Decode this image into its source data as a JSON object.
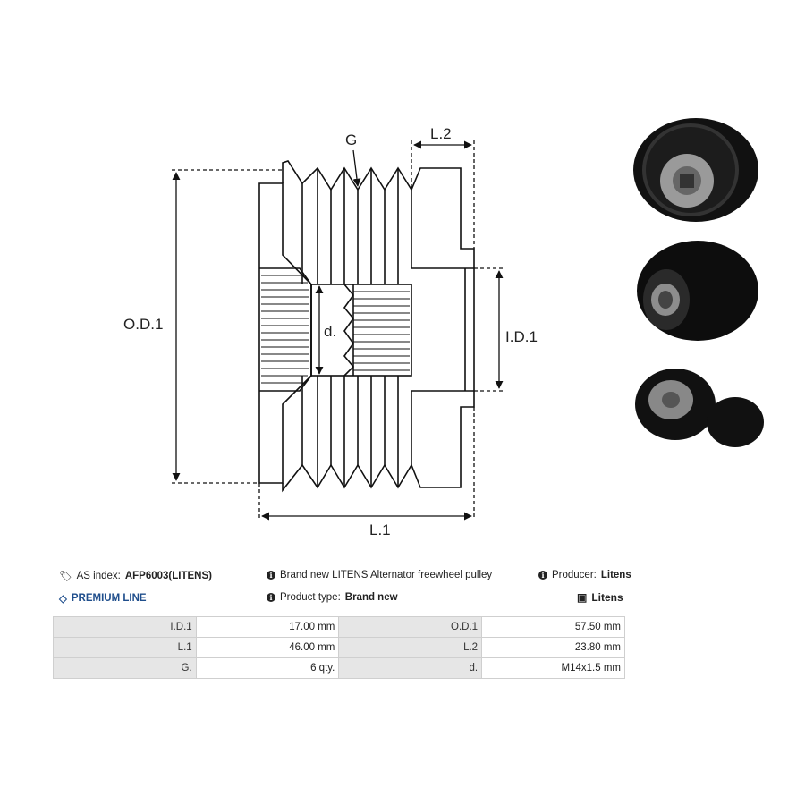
{
  "diagram": {
    "labels": {
      "groove": "G",
      "length2": "L.2",
      "outer_diameter": "O.D.1",
      "thread": "d.",
      "inner_diameter": "I.D.1",
      "length1": "L.1"
    }
  },
  "meta": {
    "as_index_label": "AS index:",
    "as_index_value": "AFP6003(LITENS)",
    "description": "Brand new LITENS Alternator freewheel pulley",
    "producer_label": "Producer:",
    "producer_value": "Litens",
    "premium_line": "PREMIUM LINE",
    "product_type_label": "Product type:",
    "product_type_value": "Brand new",
    "brand_logo": "Litens"
  },
  "icons": {
    "tag": "tag-icon",
    "info": "info-icon",
    "diamond": "diamond-icon",
    "brand": "litens-logo-icon"
  },
  "colors": {
    "premium": "#1f4e8c",
    "table_key_bg": "#e6e6e6"
  },
  "specs": [
    {
      "k1": "I.D.1",
      "v1": "17.00 mm",
      "k2": "O.D.1",
      "v2": "57.50 mm"
    },
    {
      "k1": "L.1",
      "v1": "46.00 mm",
      "k2": "L.2",
      "v2": "23.80 mm"
    },
    {
      "k1": "G.",
      "v1": "6 qty.",
      "k2": "d.",
      "v2": "M14x1.5 mm"
    }
  ]
}
